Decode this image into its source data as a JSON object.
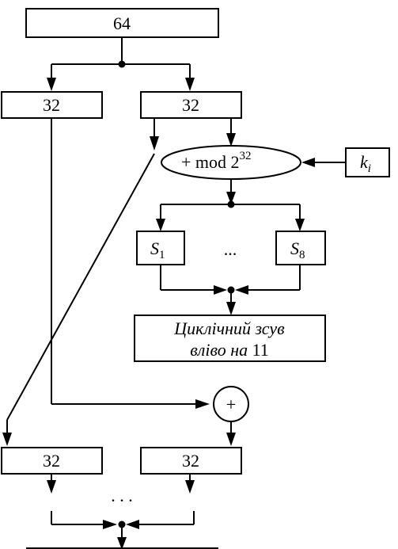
{
  "blocks": {
    "input": "64",
    "left_half": "32",
    "right_half": "32",
    "adder_main": "+ mod 2",
    "adder_exp": "32",
    "key_base": "k",
    "key_sub": "i",
    "sbox_first_base": "S",
    "sbox_first_sub": "1",
    "sbox_dots": "...",
    "sbox_last_base": "S",
    "sbox_last_sub": "8",
    "shift_line1": "Циклічний зсув",
    "shift_line2_italic": "вліво на",
    "shift_line2_num": "11",
    "xor": "+",
    "out_left": "32",
    "out_right": "32",
    "rounds_dots": ". . ."
  }
}
